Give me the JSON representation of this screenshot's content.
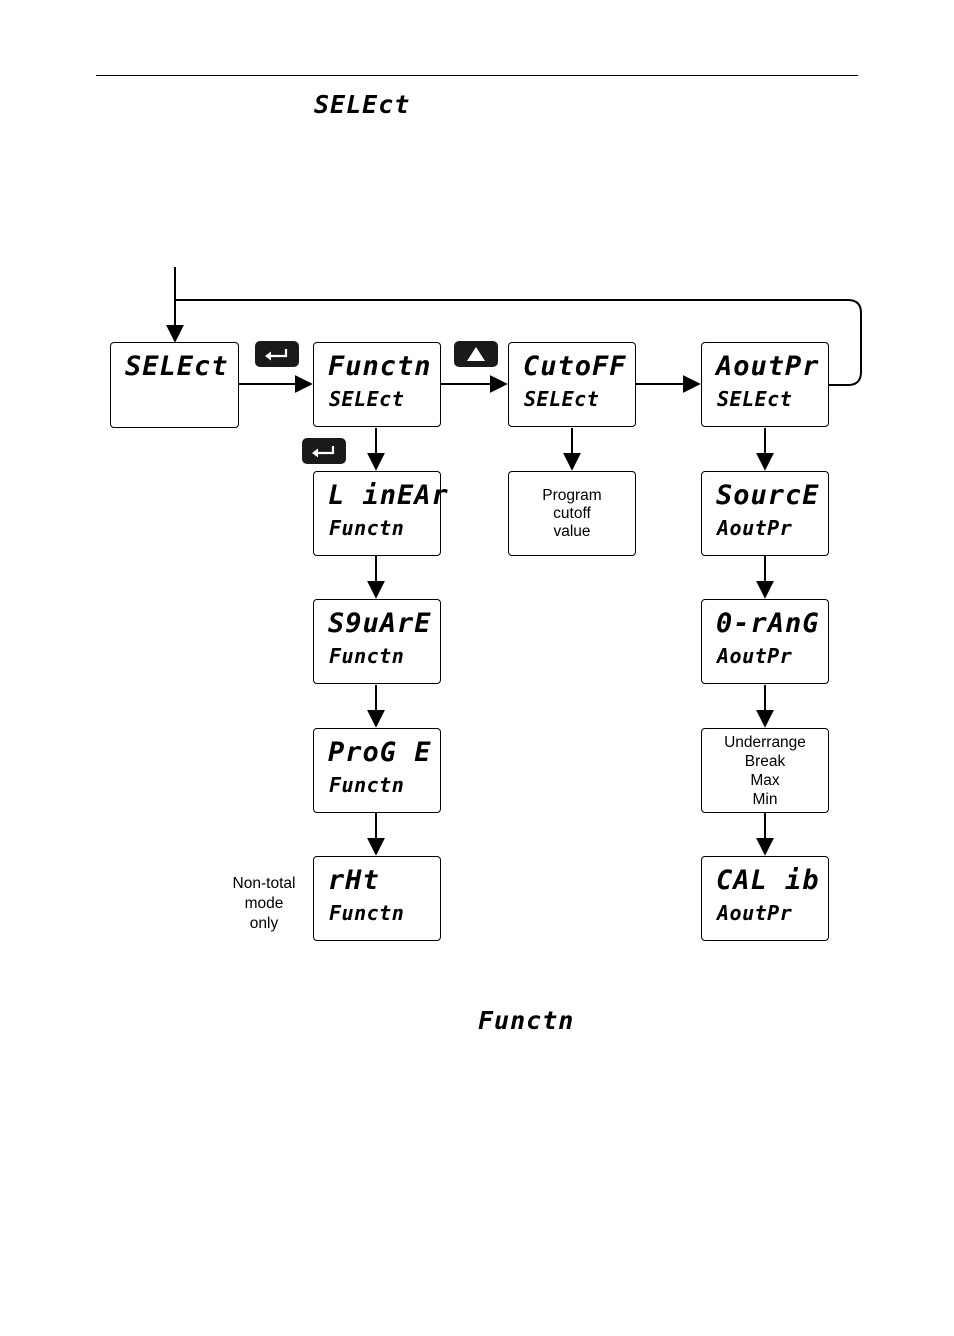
{
  "header": {
    "select_word": "SELEct"
  },
  "diagram": {
    "nodes": {
      "select": {
        "line1": "SELEct",
        "line2": ""
      },
      "functn": {
        "line1": "Functn",
        "line2": "SELEct"
      },
      "cutoff": {
        "line1": "CutoFF",
        "line2": "SELEct"
      },
      "aoutpr": {
        "line1": "AoutPr",
        "line2": "SELEct"
      },
      "linear": {
        "line1": "L inEAr",
        "line2": "Functn"
      },
      "square": {
        "line1": "S9uArE",
        "line2": "Functn"
      },
      "progE": {
        "line1": "ProG E",
        "line2": "Functn"
      },
      "rht": {
        "line1": "rHt",
        "line2": "Functn"
      },
      "source": {
        "line1": "SourcE",
        "line2": "AoutPr"
      },
      "orang": {
        "line1": "0-rAnG",
        "line2": "AoutPr"
      },
      "calib": {
        "line1": "CAL ib",
        "line2": "AoutPr"
      }
    },
    "program_cutoff": [
      "Program",
      "cutoff",
      "value"
    ],
    "fault_options": [
      "Underrange",
      "Break",
      "Max",
      "Min"
    ],
    "note": [
      "Non-total",
      "mode",
      "only"
    ],
    "keys": {
      "enter": "enter-key",
      "up": "up-arrow-key"
    }
  },
  "footer": {
    "functn_word": "Functn"
  }
}
